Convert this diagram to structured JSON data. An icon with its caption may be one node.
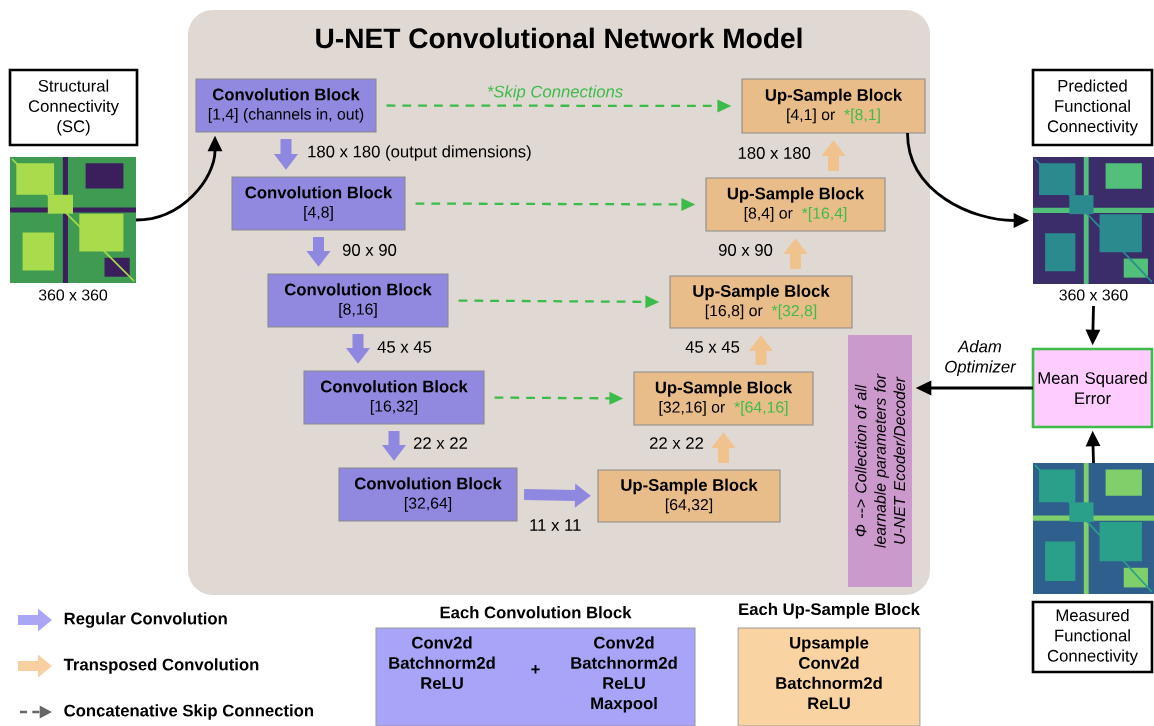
{
  "diagram": {
    "nodes": [
      {
        "text": [
          "U-NET Convolutional Network Model"
        ]
      },
      {
        "text": [
          "Structural Connectivity (SC)"
        ]
      },
      {
        "text": [],
        "shape": "picture",
        "beside": [
          "360 x 360"
        ]
      },
      {
        "text": [
          "Convolution Block",
          "[1,4] (channels in, out)"
        ],
        "in": 0
      },
      {
        "text": [
          "Convolution Block",
          "[4,8]"
        ],
        "in": 0
      },
      {
        "text": [
          "Convolution Block",
          "[8,16]"
        ],
        "in": 0
      },
      {
        "text": [
          "Convolution Block",
          "[16,32]"
        ],
        "in": 0
      },
      {
        "text": [
          "Convolution Block",
          "[32,64]"
        ],
        "in": 0
      },
      {
        "text": [
          "Up-Sample Block",
          "[4,1]  or",
          "*[8,1]"
        ],
        "in": 0
      },
      {
        "text": [
          "Up-Sample Block",
          "[8,4]  or",
          "*[16,4]"
        ],
        "in": 0
      },
      {
        "text": [
          "Up-Sample Block",
          "[16,8]  or",
          "*[32,8]"
        ],
        "in": 0
      },
      {
        "text": [
          "Up-Sample Block",
          "[32,16]  or",
          "*[64,16]"
        ],
        "in": 0
      },
      {
        "text": [
          "Up-Sample Block",
          "[64,32]"
        ],
        "in": 0
      },
      {
        "text": [
          "Φ --> Collection of all learnable parameters for U-NET Ecoder/Decoder"
        ],
        "in": 0
      },
      {
        "text": [
          "Predicted Functional Connectivity"
        ]
      },
      {
        "text": [],
        "shape": "picture",
        "beside": [
          "360 x 360"
        ]
      },
      {
        "text": [
          "Mean Squared Error"
        ]
      },
      {
        "text": [],
        "shape": "picture"
      },
      {
        "text": [
          "Measured Functional Connectivity"
        ]
      },
      {
        "text": [
          "Each Convolution Block",
          "Conv2d Batchnorm2d ReLU",
          "+",
          "Conv2d Batchnorm2d ReLU Maxpool"
        ]
      },
      {
        "text": [
          "Each Up-Sample Block",
          "Upsample Conv2d Batchnorm2d ReLU"
        ]
      }
    ],
    "edges": [
      {
        "from": 2,
        "to": 3,
        "arrow": "to",
        "color": "#000000"
      },
      {
        "from": 3,
        "to": 4,
        "arrow": "to",
        "style": "thick",
        "color": "#8f88e0",
        "label": "180 x 180 (output dimensions)"
      },
      {
        "from": 4,
        "to": 5,
        "arrow": "to",
        "style": "thick",
        "color": "#8f88e0",
        "label": "90 x 90"
      },
      {
        "from": 5,
        "to": 6,
        "arrow": "to",
        "style": "thick",
        "color": "#8f88e0",
        "label": "45 x 45"
      },
      {
        "from": 6,
        "to": 7,
        "arrow": "to",
        "style": "thick",
        "color": "#8f88e0",
        "label": "22 x 22"
      },
      {
        "from": 7,
        "to": 12,
        "arrow": "to",
        "style": "thick",
        "color": "#8f88e0",
        "label": "11 x 11"
      },
      {
        "from": 12,
        "to": 11,
        "arrow": "to",
        "style": "thick",
        "color": "#f0c28e",
        "label": "22 x 22"
      },
      {
        "from": 11,
        "to": 10,
        "arrow": "to",
        "style": "thick",
        "color": "#f0c28e",
        "label": "45 x 45"
      },
      {
        "from": 10,
        "to": 9,
        "arrow": "to",
        "style": "thick",
        "color": "#f0c28e",
        "label": "90 x 90"
      },
      {
        "from": 9,
        "to": 8,
        "arrow": "to",
        "style": "thick",
        "color": "#f0c28e",
        "label": "180 x 180"
      },
      {
        "from": 3,
        "to": 8,
        "arrow": "to",
        "style": "dashed",
        "color": "#3dbb4a",
        "label": "*Skip Connections"
      },
      {
        "from": 4,
        "to": 9,
        "arrow": "to",
        "style": "dashed",
        "color": "#3dbb4a"
      },
      {
        "from": 5,
        "to": 10,
        "arrow": "to",
        "style": "dashed",
        "color": "#3dbb4a"
      },
      {
        "from": 6,
        "to": 11,
        "arrow": "to",
        "style": "dashed",
        "color": "#3dbb4a"
      },
      {
        "from": 8,
        "to": 15,
        "arrow": "to",
        "color": "#000000"
      },
      {
        "from": 15,
        "to": 16,
        "arrow": "to",
        "color": "#000000"
      },
      {
        "from": 17,
        "to": 16,
        "arrow": "to",
        "color": "#000000"
      },
      {
        "from": 16,
        "to": 13,
        "arrow": "to",
        "color": "#000000",
        "label": "Adam Optimizer"
      }
    ],
    "legend": [
      {
        "text": "Regular Convolution",
        "color": "#a9a6f8"
      },
      {
        "text": "Transposed Convolution",
        "color": "#f8cf9e"
      },
      {
        "text": "Concatenative Skip Connection"
      }
    ]
  }
}
